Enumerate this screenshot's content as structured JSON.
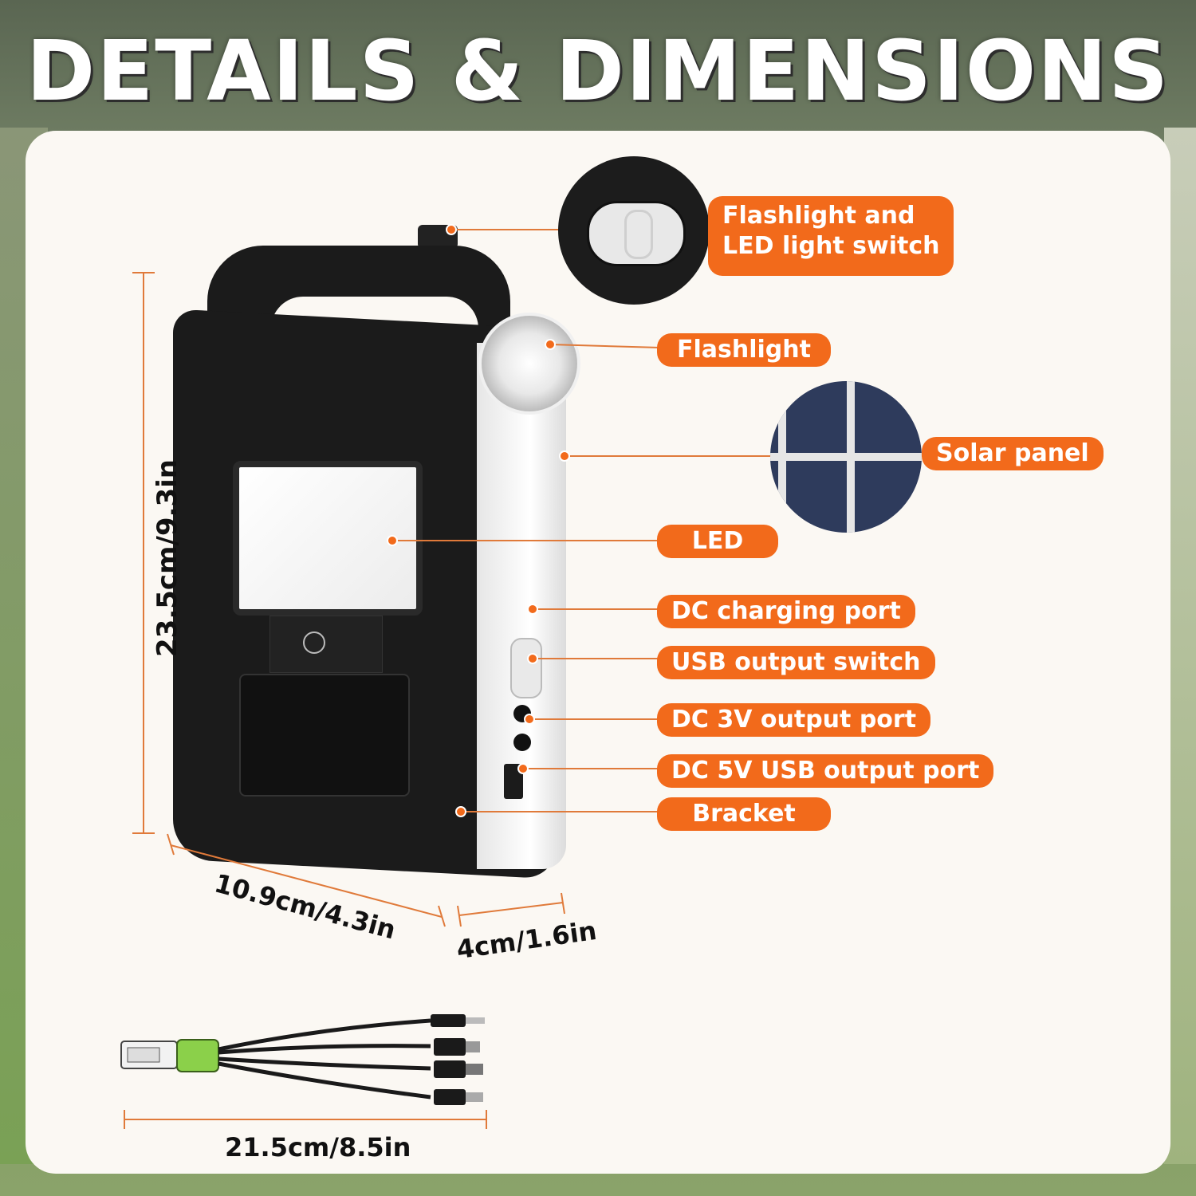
{
  "title": "DETAILS & DIMENSIONS",
  "colors": {
    "accent": "#f26a1b",
    "dim_line": "#e07a3a",
    "card": "#fbf8f3"
  },
  "callouts": [
    {
      "id": "switch",
      "label_line1": "Flashlight and",
      "label_line2": "LED light switch"
    },
    {
      "id": "flashlight",
      "label": "Flashlight"
    },
    {
      "id": "solar",
      "label": "Solar panel"
    },
    {
      "id": "led",
      "label": "LED"
    },
    {
      "id": "dc_charge",
      "label": "DC charging port"
    },
    {
      "id": "usb_switch",
      "label": "USB output switch"
    },
    {
      "id": "dc3v",
      "label": "DC 3V output port"
    },
    {
      "id": "dc5v",
      "label": "DC 5V USB output port"
    },
    {
      "id": "bracket",
      "label": "Bracket"
    }
  ],
  "dimensions": {
    "height": "23.5cm/9.3in",
    "width": "10.9cm/4.3in",
    "depth": "4cm/1.6in",
    "cable": "21.5cm/8.5in"
  }
}
